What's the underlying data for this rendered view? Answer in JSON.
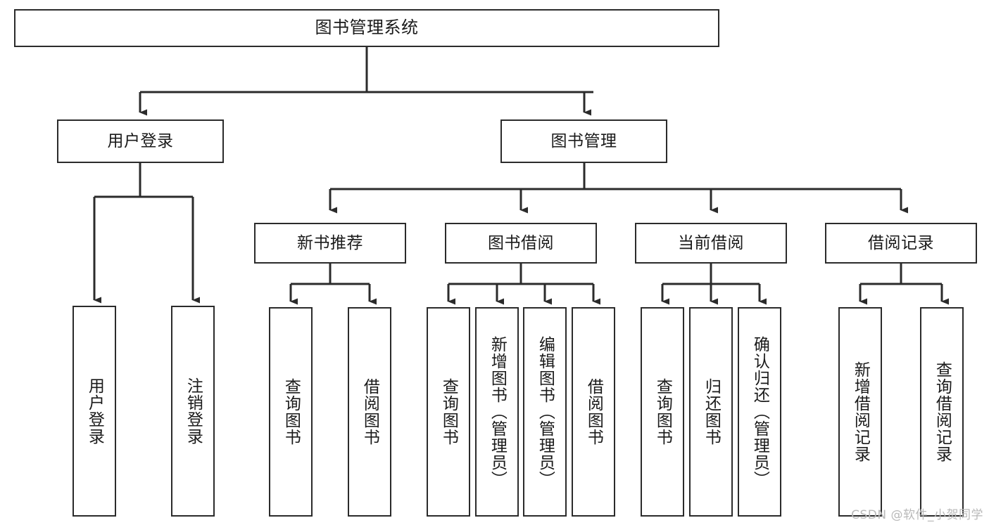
{
  "diagram": {
    "title": "图书管理系统",
    "type": "hierarchy-tree",
    "orientation": "top-down",
    "colors": {
      "background": "#ffffff",
      "node_border": "#2b2b2b",
      "node_fill": "#ffffff",
      "edge": "#2b2b2b",
      "text": "#1a1a1a",
      "watermark": "#b9b9b9"
    },
    "watermark": "CSDN @软件_小贺同学",
    "nodes": {
      "root": {
        "label": "图书管理系统",
        "level": 1,
        "text_orientation": "horizontal"
      },
      "user_login": {
        "label": "用户登录",
        "level": 2,
        "text_orientation": "horizontal"
      },
      "book_manage": {
        "label": "图书管理",
        "level": 2,
        "text_orientation": "horizontal"
      },
      "new_book_rec": {
        "label": "新书推荐",
        "level": 3,
        "text_orientation": "horizontal"
      },
      "book_borrow": {
        "label": "图书借阅",
        "level": 3,
        "text_orientation": "horizontal"
      },
      "current_borrow": {
        "label": "当前借阅",
        "level": 3,
        "text_orientation": "horizontal"
      },
      "borrow_record": {
        "label": "借阅记录",
        "level": 3,
        "text_orientation": "horizontal"
      },
      "leaf_user_login": {
        "label": "用户登录",
        "level": 3,
        "text_orientation": "vertical"
      },
      "leaf_logout": {
        "label": "注销登录",
        "level": 3,
        "text_orientation": "vertical"
      },
      "leaf_query_book_1": {
        "label": "查询图书",
        "level": 4,
        "text_orientation": "vertical"
      },
      "leaf_borrow_book_1": {
        "label": "借阅图书",
        "level": 4,
        "text_orientation": "vertical"
      },
      "leaf_query_book_2": {
        "label": "查询图书",
        "level": 4,
        "text_orientation": "vertical"
      },
      "leaf_add_book": {
        "label": "新增图书（管理员）",
        "level": 4,
        "text_orientation": "vertical"
      },
      "leaf_edit_book": {
        "label": "编辑图书（管理员）",
        "level": 4,
        "text_orientation": "vertical"
      },
      "leaf_borrow_book_2": {
        "label": "借阅图书",
        "level": 4,
        "text_orientation": "vertical"
      },
      "leaf_query_book_3": {
        "label": "查询图书",
        "level": 4,
        "text_orientation": "vertical"
      },
      "leaf_return_book": {
        "label": "归还图书",
        "level": 4,
        "text_orientation": "vertical"
      },
      "leaf_confirm_return": {
        "label": "确认归还（管理员）",
        "level": 4,
        "text_orientation": "vertical"
      },
      "leaf_add_record": {
        "label": "新增借阅记录",
        "level": 4,
        "text_orientation": "vertical"
      },
      "leaf_query_record": {
        "label": "查询借阅记录",
        "level": 4,
        "text_orientation": "vertical"
      }
    },
    "edges": [
      {
        "from": "root",
        "to": "user_login"
      },
      {
        "from": "root",
        "to": "book_manage"
      },
      {
        "from": "user_login",
        "to": "leaf_user_login"
      },
      {
        "from": "user_login",
        "to": "leaf_logout"
      },
      {
        "from": "book_manage",
        "to": "new_book_rec"
      },
      {
        "from": "book_manage",
        "to": "book_borrow"
      },
      {
        "from": "book_manage",
        "to": "current_borrow"
      },
      {
        "from": "book_manage",
        "to": "borrow_record"
      },
      {
        "from": "new_book_rec",
        "to": "leaf_query_book_1"
      },
      {
        "from": "new_book_rec",
        "to": "leaf_borrow_book_1"
      },
      {
        "from": "book_borrow",
        "to": "leaf_query_book_2"
      },
      {
        "from": "book_borrow",
        "to": "leaf_add_book"
      },
      {
        "from": "book_borrow",
        "to": "leaf_edit_book"
      },
      {
        "from": "book_borrow",
        "to": "leaf_borrow_book_2"
      },
      {
        "from": "current_borrow",
        "to": "leaf_query_book_3"
      },
      {
        "from": "current_borrow",
        "to": "leaf_return_book"
      },
      {
        "from": "current_borrow",
        "to": "leaf_confirm_return"
      },
      {
        "from": "borrow_record",
        "to": "leaf_add_record"
      },
      {
        "from": "borrow_record",
        "to": "leaf_query_record"
      }
    ]
  }
}
